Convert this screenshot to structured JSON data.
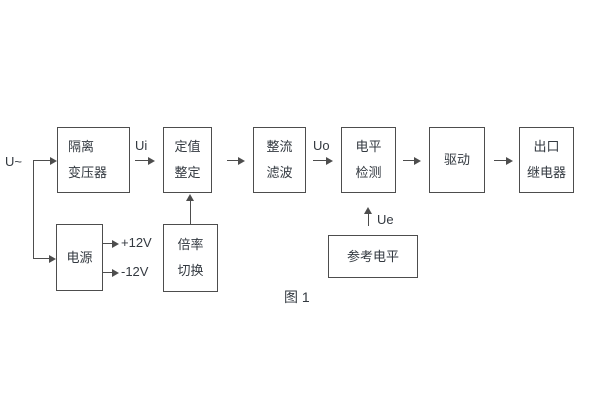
{
  "caption": "图 1",
  "labels": {
    "input": "U~",
    "ui": "Ui",
    "uo": "Uo",
    "ue": "Ue",
    "plus_12v": "+12V",
    "minus_12v": "-12V"
  },
  "boxes": {
    "isolation_transformer": {
      "line1": "隔离",
      "line2": "变压器"
    },
    "setting_adjustment": {
      "line1": "定值",
      "line2": "整定"
    },
    "rectifier_filter": {
      "line1": "整流",
      "line2": "滤波"
    },
    "level_detection": {
      "line1": "电平",
      "line2": "检测"
    },
    "driver": {
      "line1": "驱动"
    },
    "output_relay": {
      "line1": "出口",
      "line2": "继电器"
    },
    "power_supply": {
      "line1": "电源"
    },
    "ratio_switch": {
      "line1": "倍率",
      "line2": "切换"
    },
    "reference_level": {
      "line1": "参考电平"
    }
  },
  "colors": {
    "line": "#4d4d4d",
    "text": "#333940",
    "background": "#ffffff"
  }
}
